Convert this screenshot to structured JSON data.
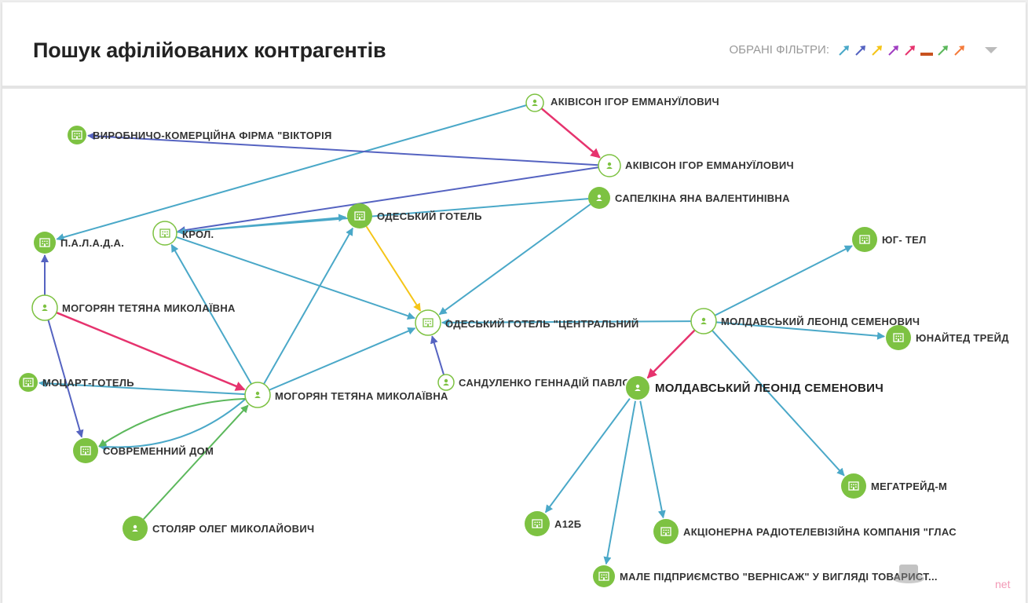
{
  "title": "Пошук афілійованих контрагентів",
  "filters": {
    "label": "ОБРАНІ ФІЛЬТРИ:",
    "colors": [
      "#4aa8c8",
      "#5563c1",
      "#f5c518",
      "#a13fc2",
      "#e6336e",
      "#c8521f",
      "#5cb85c",
      "#f47b3b"
    ]
  },
  "nodes": {
    "akivison1": {
      "label": "АКІВІСОН ІГОР ЕММАНУЇЛОВИЧ",
      "kind": "person"
    },
    "akivison2": {
      "label": "АКІВІСОН ІГОР ЕММАНУЇЛОВИЧ",
      "kind": "person"
    },
    "viktoria": {
      "label": "ВИРОБНИЧО-КОМЕРЦІЙНА ФІРМА \"ВІКТОРІЯ",
      "kind": "company"
    },
    "sapelkina": {
      "label": "САПЕЛКІНА ЯНА ВАЛЕНТИНІВНА",
      "kind": "person"
    },
    "odeskyi": {
      "label": "ОДЕСЬКИЙ ГОТЕЛЬ",
      "kind": "company"
    },
    "krol": {
      "label": "КРОЛ.",
      "kind": "company"
    },
    "palada": {
      "label": "П.А.Л.А.Д.А.",
      "kind": "company"
    },
    "yugtel": {
      "label": "ЮГ- ТЕЛ",
      "kind": "company"
    },
    "mogoryan1": {
      "label": "МОГОРЯН ТЕТЯНА МИКОЛАЇВНА",
      "kind": "person"
    },
    "central": {
      "label": "ОДЕСЬКИЙ ГОТЕЛЬ \"ЦЕНТРАЛЬНИЙ",
      "kind": "company"
    },
    "moldavskyi1": {
      "label": "МОЛДАВСЬКИЙ ЛЕОНІД СЕМЕНОВИЧ",
      "kind": "person"
    },
    "united": {
      "label": "ЮНАЙТЕД ТРЕЙД",
      "kind": "company"
    },
    "mozart": {
      "label": "МОЦАРТ-ГОТЕЛЬ",
      "kind": "company"
    },
    "sandulenko": {
      "label": "САНДУЛЕНКО ГЕННАДІЙ ПАВЛО",
      "kind": "person"
    },
    "moldavskyi2": {
      "label": "МОЛДАВСЬКИЙ ЛЕОНІД СЕМЕНОВИЧ",
      "kind": "person"
    },
    "mogoryan2": {
      "label": "МОГОРЯН ТЕТЯНА МИКОЛАЇВНА",
      "kind": "person"
    },
    "sovremennyi": {
      "label": "СОВРЕМЕННИЙ ДОМ",
      "kind": "company"
    },
    "megatreid": {
      "label": "МЕГАТРЕЙД-М",
      "kind": "company"
    },
    "a12b": {
      "label": "А12Б",
      "kind": "company"
    },
    "stolyar": {
      "label": "СТОЛЯР ОЛЕГ МИКОЛАЙОВИЧ",
      "kind": "person"
    },
    "akcionerna": {
      "label": "АКЦІОНЕРНА РАДІОТЕЛЕВІЗІЙНА КОМПАНІЯ \"ГЛАС",
      "kind": "company"
    },
    "verinsazh": {
      "label": "МАЛЕ ПІДПРИЄМСТВО \"ВЕРНІСАЖ\" У ВИГЛЯДІ ТОВАРИСТ...",
      "kind": "company"
    }
  },
  "edges": [
    {
      "from": "akivison1",
      "to": "akivison2",
      "color": "#e6336e"
    },
    {
      "from": "akivison1",
      "to": "palada",
      "color": "#4aa8c8"
    },
    {
      "from": "akivison2",
      "to": "viktoria",
      "color": "#5563c1"
    },
    {
      "from": "akivison2",
      "to": "krol",
      "color": "#5563c1"
    },
    {
      "from": "sapelkina",
      "to": "krol",
      "color": "#4aa8c8"
    },
    {
      "from": "sapelkina",
      "to": "central",
      "color": "#4aa8c8"
    },
    {
      "from": "krol",
      "to": "odeskyi",
      "color": "#4aa8c8"
    },
    {
      "from": "krol",
      "to": "central",
      "color": "#4aa8c8"
    },
    {
      "from": "odeskyi",
      "to": "central",
      "color": "#f5c518"
    },
    {
      "from": "mogoryan1",
      "to": "palada",
      "color": "#5563c1"
    },
    {
      "from": "mogoryan1",
      "to": "sovremennyi",
      "color": "#5563c1"
    },
    {
      "from": "mogoryan1",
      "to": "mogoryan2",
      "color": "#e6336e"
    },
    {
      "from": "mogoryan2",
      "to": "krol",
      "color": "#4aa8c8"
    },
    {
      "from": "mogoryan2",
      "to": "odeskyi",
      "color": "#4aa8c8"
    },
    {
      "from": "mogoryan2",
      "to": "central",
      "color": "#4aa8c8"
    },
    {
      "from": "mogoryan2",
      "to": "mozart",
      "color": "#4aa8c8"
    },
    {
      "from": "mogoryan2",
      "to": "sovremennyi",
      "color": "#4aa8c8"
    },
    {
      "from": "mogoryan2",
      "to": "sovremennyi",
      "color": "#5cb85c"
    },
    {
      "from": "stolyar",
      "to": "mogoryan2",
      "color": "#5cb85c"
    },
    {
      "from": "sandulenko",
      "to": "central",
      "color": "#5563c1"
    },
    {
      "from": "moldavskyi1",
      "to": "central",
      "color": "#4aa8c8"
    },
    {
      "from": "moldavskyi1",
      "to": "yugtel",
      "color": "#4aa8c8"
    },
    {
      "from": "moldavskyi1",
      "to": "united",
      "color": "#4aa8c8"
    },
    {
      "from": "moldavskyi1",
      "to": "megatreid",
      "color": "#4aa8c8"
    },
    {
      "from": "moldavskyi1",
      "to": "moldavskyi2",
      "color": "#e6336e"
    },
    {
      "from": "moldavskyi2",
      "to": "a12b",
      "color": "#4aa8c8"
    },
    {
      "from": "moldavskyi2",
      "to": "akcionerna",
      "color": "#4aa8c8"
    },
    {
      "from": "moldavskyi2",
      "to": "verinsazh",
      "color": "#4aa8c8"
    }
  ],
  "watermark": "net"
}
